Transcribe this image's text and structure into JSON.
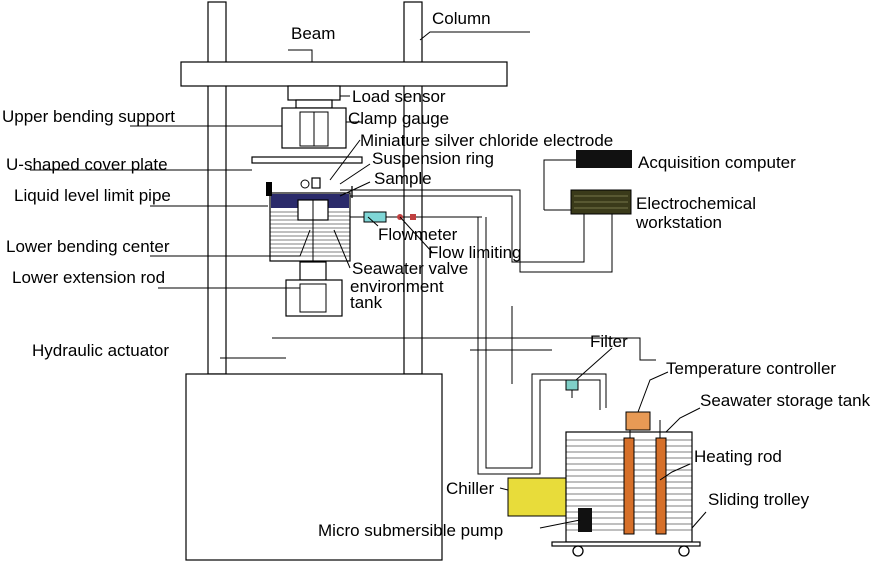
{
  "labels": {
    "beam": "Beam",
    "column": "Column",
    "load_sensor": "Load sensor",
    "upper_bending_support": "Upper bending support",
    "clamp_gauge": "Clamp gauge",
    "electrode": "Miniature silver chloride electrode",
    "u_cover_plate": "U-shaped cover plate",
    "suspension_ring": "Suspension ring",
    "acquisition_computer": "Acquisition computer",
    "sample": "Sample",
    "liquid_level_pipe": "Liquid level limit pipe",
    "electrochemical_workstation_1": "Electrochemical",
    "electrochemical_workstation_2": "workstation",
    "flowmeter": "Flowmeter",
    "lower_bending_center": "Lower bending center",
    "flow_limiting": "Flow limiting",
    "lower_extension_rod": "Lower extension rod",
    "seawater_valve": "Seawater valve",
    "environment_tank_1": "environment",
    "environment_tank_2": "tank",
    "hydraulic_actuator": "Hydraulic actuator",
    "filter": "Filter",
    "temperature_controller": "Temperature controller",
    "seawater_storage_tank": "Seawater storage tank",
    "heating_rod": "Heating rod",
    "chiller": "Chiller",
    "sliding_trolley": "Sliding trolley",
    "submersible_pump": "Micro submersible pump"
  },
  "colors": {
    "computer": "#111111",
    "workstation": "#3a3a1a",
    "tank_liquid": "#2b2b6b",
    "flowmeter": "#7fd6d6",
    "filter": "#7fd0c8",
    "chiller": "#e8dc3a",
    "temp_controller": "#e89a55",
    "heating_rod": "#d6702a",
    "pump": "#111111"
  }
}
